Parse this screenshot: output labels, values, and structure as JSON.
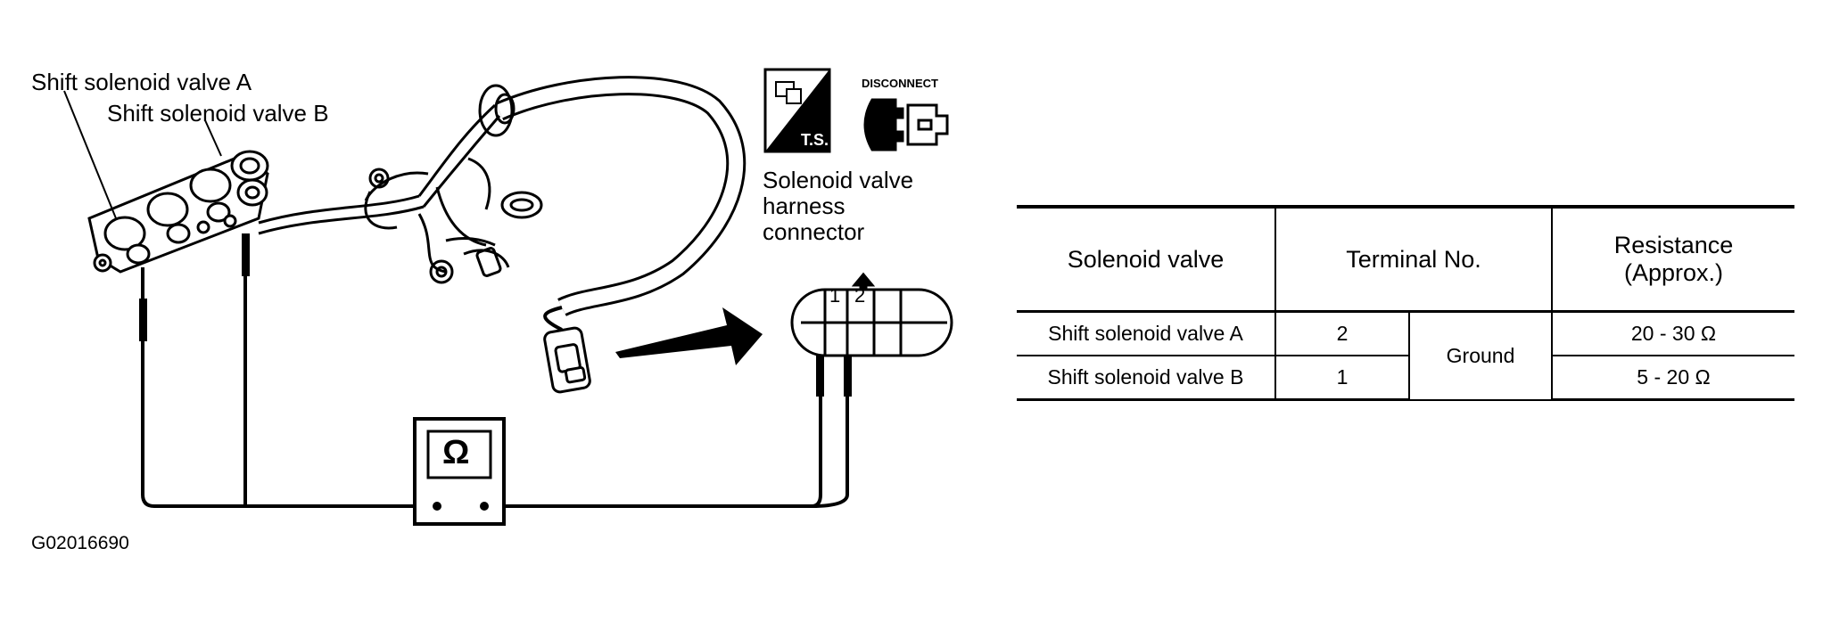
{
  "labels": {
    "shift_solenoid_a": "Shift solenoid valve A",
    "shift_solenoid_b": "Shift solenoid valve B",
    "connector_line1": "Solenoid valve",
    "connector_line2": "harness",
    "connector_line3": "connector",
    "ts": "T.S.",
    "disconnect": "DISCONNECT",
    "pin1": "1",
    "pin2": "2",
    "ohm_symbol": "Ω",
    "figure_id": "G02016690"
  },
  "table": {
    "headers": {
      "solenoid": "Solenoid valve",
      "terminal": "Terminal No.",
      "resistance_line1": "Resistance",
      "resistance_line2": "(Approx.)"
    },
    "rows": [
      {
        "valve": "Shift solenoid valve A",
        "terminal": "2",
        "resistance": "20 - 30 Ω"
      },
      {
        "valve": "Shift solenoid valve B",
        "terminal": "1",
        "resistance": "5 - 20  Ω"
      }
    ],
    "ground": "Ground"
  },
  "colors": {
    "ink": "#000000",
    "paper": "#ffffff"
  }
}
